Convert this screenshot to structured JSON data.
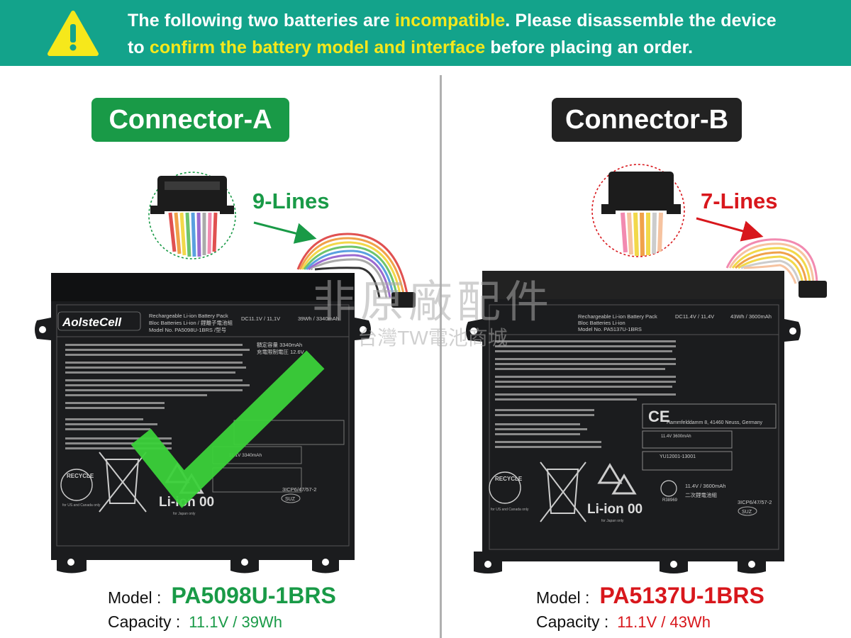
{
  "banner": {
    "line1_a": "The following two batteries are ",
    "line1_hl": "incompatible",
    "line1_b": ". Please disassemble the device",
    "line2_a": "to ",
    "line2_hl": "confirm the battery model and interface",
    "line2_b": " before placing an order.",
    "icon": "warning-triangle-icon"
  },
  "left": {
    "connector": "Connector-A",
    "lines": "9-Lines",
    "model_label": "Model :",
    "model_value": "PA5098U-1BRS",
    "capacity_label": "Capacity :",
    "capacity_value": "11.1V / 39Wh",
    "battery": {
      "brand": "AolsteCell",
      "title1": "Rechargeable Li-ion Battery Pack",
      "title2": "Bloc Batteries Li-ion / 鋰離子電池組",
      "title3": "Model No. PA5098U-1BRS /型号",
      "rating": "DC11.1V / 11,1V",
      "rating2": "39Wh / 3340mAh",
      "cap1": "額定容量 3340mAh",
      "cap2": "充電限制電圧 12.6V",
      "li_ion": "Li-ion 00",
      "recycle": "RECYCLE",
      "small": "11.1V 3340mAh",
      "code": "3ICP6/47/57-2",
      "suz": "SUZ",
      "us": "for US and Canada only",
      "jp": "for Japan only"
    },
    "accent": "#199a47"
  },
  "right": {
    "connector": "Connector-B",
    "lines": "7-Lines",
    "model_label": "Model :",
    "model_value": "PA5137U-1BRS",
    "capacity_label": "Capacity :",
    "capacity_value": "11.1V / 43Wh",
    "battery": {
      "title1": "Rechargeable Li-ion Battery Pack",
      "title2": "Bloc Batteries Li-ion",
      "title3": "Model No. PA5137U-1BRS",
      "rating": "DC11.4V / 11,4V",
      "rating2": "43Wh / 3600mAh",
      "ce_addr": "Hammfelddamm 8, 41460 Neuss, Germany",
      "ps": "11.4V 3600mAh",
      "yu": "YU12001-13001",
      "li_ion": "Li-ion 00",
      "recycle": "RECYCLE",
      "code": "3ICP6/47/57-2",
      "suz": "SUZ",
      "rbrc": "11.4V / 3600mAh",
      "jp_cell": "二次鋰電池組",
      "r_no": "R38969",
      "us": "for US and Canada only",
      "jp": "for Japan only"
    },
    "accent": "#d8171c"
  },
  "watermark": {
    "line1": "非原廠配件",
    "line2": "台灣TW電池商城"
  },
  "colors": {
    "banner_bg": "#13a38b",
    "highlight": "#f6e81b",
    "green": "#199a47",
    "red": "#d8171c",
    "dark": "#222222"
  }
}
